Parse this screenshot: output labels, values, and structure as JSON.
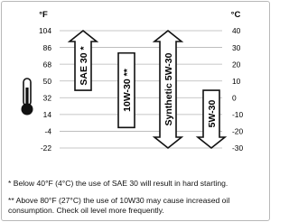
{
  "chart_data": {
    "type": "range-bar",
    "left_unit": "°F",
    "right_unit": "°C",
    "left_ticks": [
      104,
      86,
      68,
      50,
      32,
      14,
      -4,
      -22
    ],
    "right_ticks": [
      40,
      30,
      20,
      10,
      0,
      -10,
      -20,
      -30
    ],
    "f_range": [
      -22,
      104
    ],
    "bars": [
      {
        "label": "SAE 30 *",
        "low_f": 40,
        "high_f": 104,
        "arrow_up": true,
        "arrow_down": false
      },
      {
        "label": "10W-30 **",
        "low_f": 0,
        "high_f": 80,
        "arrow_up": false,
        "arrow_down": false
      },
      {
        "label": "Synthetic 5W-30",
        "low_f": -22,
        "high_f": 104,
        "arrow_up": true,
        "arrow_down": true
      },
      {
        "label": "5W-30",
        "low_f": -22,
        "high_f": 40,
        "arrow_up": false,
        "arrow_down": true
      }
    ]
  },
  "icons": {
    "thermometer": "thermometer-icon"
  },
  "notes": [
    "*  Below 40°F (4°C) the use of SAE 30 will result in hard starting.",
    "** Above 80°F (27°C) the use of 10W30 may cause increased oil",
    "    consumption.  Check oil level more frequently."
  ]
}
